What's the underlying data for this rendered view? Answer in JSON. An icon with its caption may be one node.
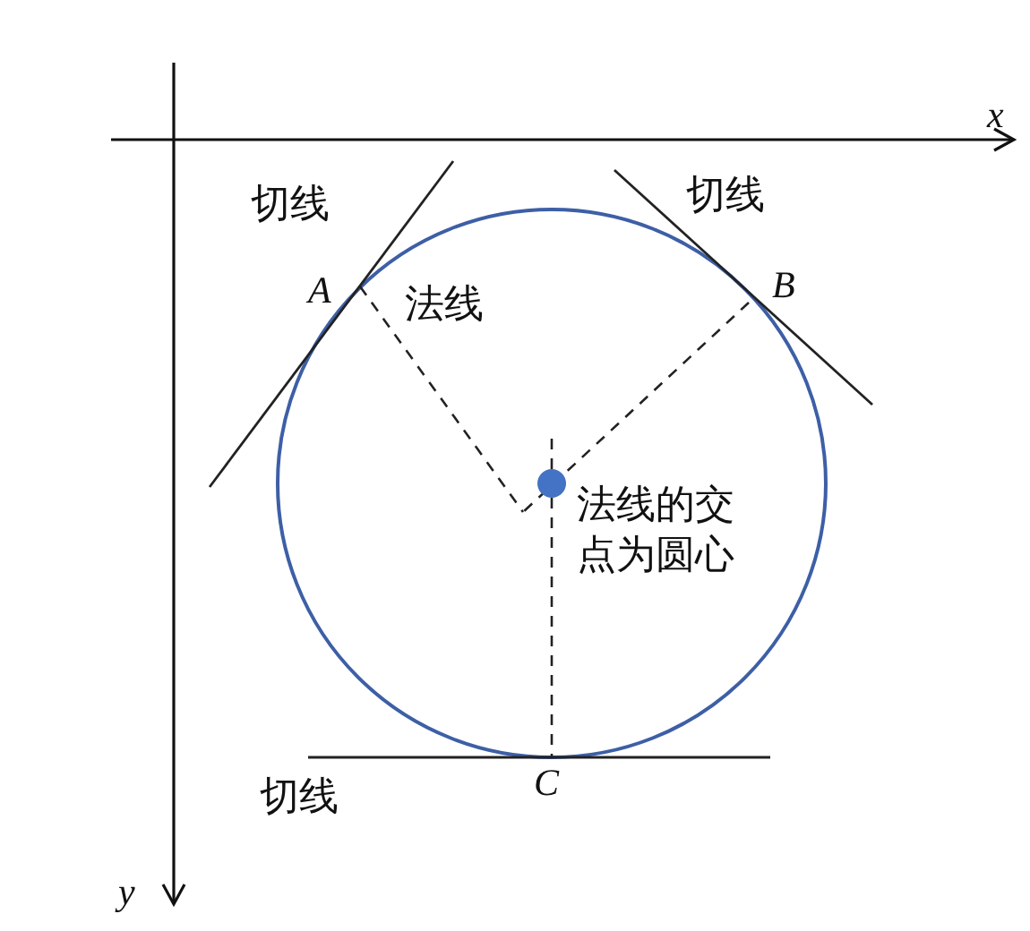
{
  "diagram": {
    "labels": [
      "x",
      "切线",
      "切线",
      "A",
      "B",
      "法线",
      "法线的交点为圆心",
      "切线",
      "C",
      "y"
    ]
  }
}
